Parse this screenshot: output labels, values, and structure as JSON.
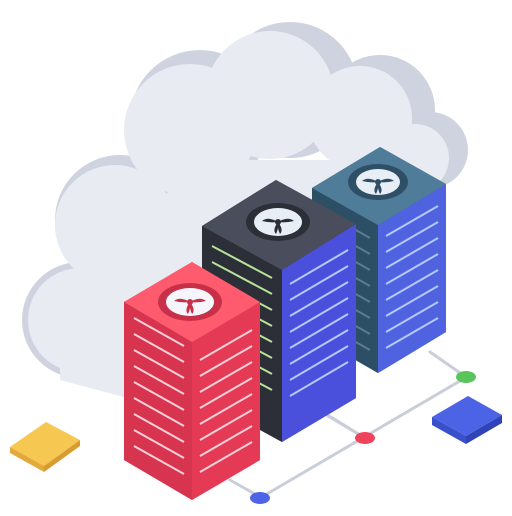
{
  "illustration": {
    "subject": "cloud-server-racks",
    "racks": [
      {
        "name": "blue-server-rack",
        "body": "#3f6a84",
        "side": "#2d4f66",
        "top": "#4f7d99",
        "stripe_side": "#4f63e0",
        "led": "#b7c8ff",
        "fan": "#2e4f65"
      },
      {
        "name": "dark-server-rack",
        "body": "#3a3c4a",
        "side": "#2c2e38",
        "top": "#4a4d5c",
        "stripe_side": "#4a50dc",
        "led": "#b6e39a",
        "fan": "#2c2e38"
      },
      {
        "name": "red-server-rack",
        "body": "#f0425b",
        "side": "#d73450",
        "top": "#ff5b6f",
        "stripe_side": "#e53a55",
        "led": "#ffd0d7",
        "fan": "#c82f48"
      }
    ],
    "colors": {
      "cloud_light": "#e9ebf2",
      "cloud_shade": "#cfd3df",
      "network_line": "#c9ced8",
      "node_green": "#58c459",
      "node_pink": "#f0425b",
      "node_blue": "#4e63e6",
      "tile_yellow": "#f6c751",
      "tile_yellow_side": "#e3a93a",
      "tile_blue": "#4d63e6",
      "tile_blue_side": "#3a4fcc"
    }
  }
}
